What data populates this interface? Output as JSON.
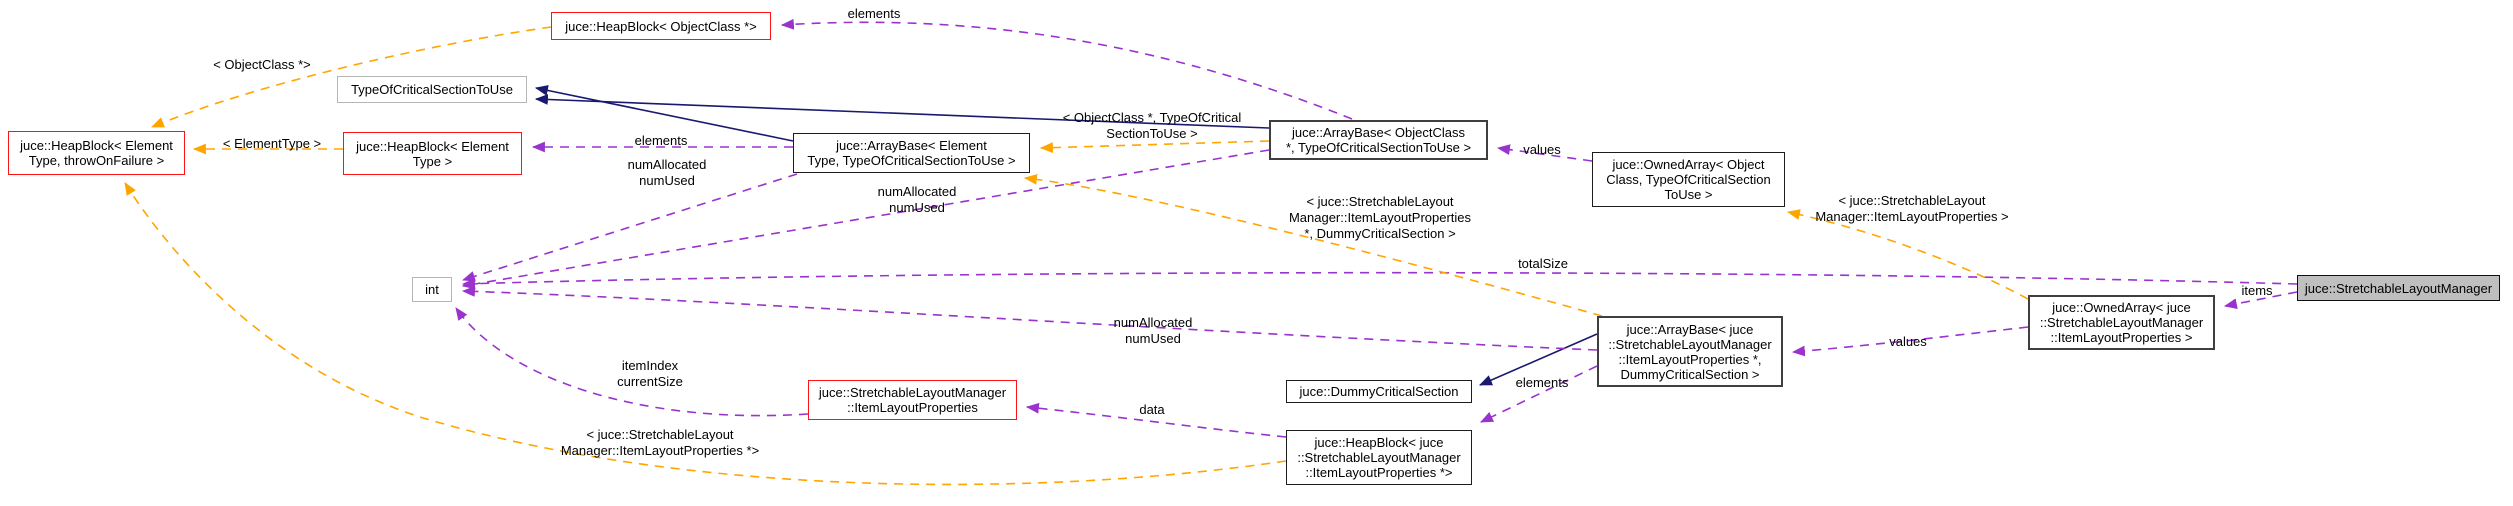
{
  "diagram": {
    "kind": "doxygen-collaboration-graph",
    "target_class": "juce::StretchableLayoutManager",
    "colors": {
      "template_edge": "#ffa500",
      "usage_edge": "#9a32cd",
      "inheritance_edge": "#191970",
      "red_node_border": "#fe1414",
      "target_node_fill": "#bfbfbf"
    },
    "nodes": {
      "heapblock_objectclass": {
        "label": "juce::HeapBlock< ObjectClass *>"
      },
      "type_of_critical_section_to_use": {
        "label": "TypeOfCriticalSectionToUse"
      },
      "heapblock_elementtype_throwonfailure": {
        "label": "juce::HeapBlock< Element\nType, throwOnFailure >"
      },
      "heapblock_elementtype": {
        "label": "juce::HeapBlock< Element\nType >"
      },
      "arraybase_elementtype": {
        "label": "juce::ArrayBase< Element\nType, TypeOfCriticalSectionToUse >"
      },
      "arraybase_objectclass": {
        "label": "juce::ArrayBase< ObjectClass\n*, TypeOfCriticalSectionToUse >"
      },
      "ownedarray_objectclass": {
        "label": "juce::OwnedArray< Object\nClass, TypeOfCriticalSection\nToUse >"
      },
      "int_type": {
        "label": "int"
      },
      "arraybase_itemlayoutproperties": {
        "label": "juce::ArrayBase< juce\n::StretchableLayoutManager\n::ItemLayoutProperties *,\nDummyCriticalSection >"
      },
      "ownedarray_itemlayoutproperties": {
        "label": "juce::OwnedArray< juce\n::StretchableLayoutManager\n::ItemLayoutProperties >"
      },
      "stretchablelayoutmanager": {
        "label": "juce::StretchableLayoutManager"
      },
      "dummycriticalsection": {
        "label": "juce::DummyCriticalSection"
      },
      "itemlayoutproperties": {
        "label": "juce::StretchableLayoutManager\n::ItemLayoutProperties"
      },
      "heapblock_itemlayoutproperties": {
        "label": "juce::HeapBlock< juce\n::StretchableLayoutManager\n::ItemLayoutProperties *>"
      }
    },
    "edge_labels": {
      "elements_top": "elements",
      "tmpl_objectclass_ptr": "< ObjectClass *>",
      "tmpl_elementtype": "< ElementType >",
      "elements_mid": "elements",
      "numallocated_elem": "numAllocated\nnumUsed",
      "tmpl_objectclass_critical": "< ObjectClass *, TypeOfCritical\nSectionToUse >",
      "numallocated_obj": "numAllocated\nnumUsed",
      "values_objectclass": "values",
      "tmpl_ownedarray_item": "< juce::StretchableLayout\nManager::ItemLayoutProperties >",
      "tmpl_arraybase_item": "< juce::StretchableLayout\nManager::ItemLayoutProperties\n*, DummyCriticalSection >",
      "totalsize": "totalSize",
      "numallocated_item": "numAllocated\nnumUsed",
      "values_item": "values",
      "items": "items",
      "elements_bottom": "elements",
      "itemindex": "itemIndex\ncurrentSize",
      "data": "data",
      "tmpl_heapblock_item": "< juce::StretchableLayout\nManager::ItemLayoutProperties *>"
    }
  }
}
